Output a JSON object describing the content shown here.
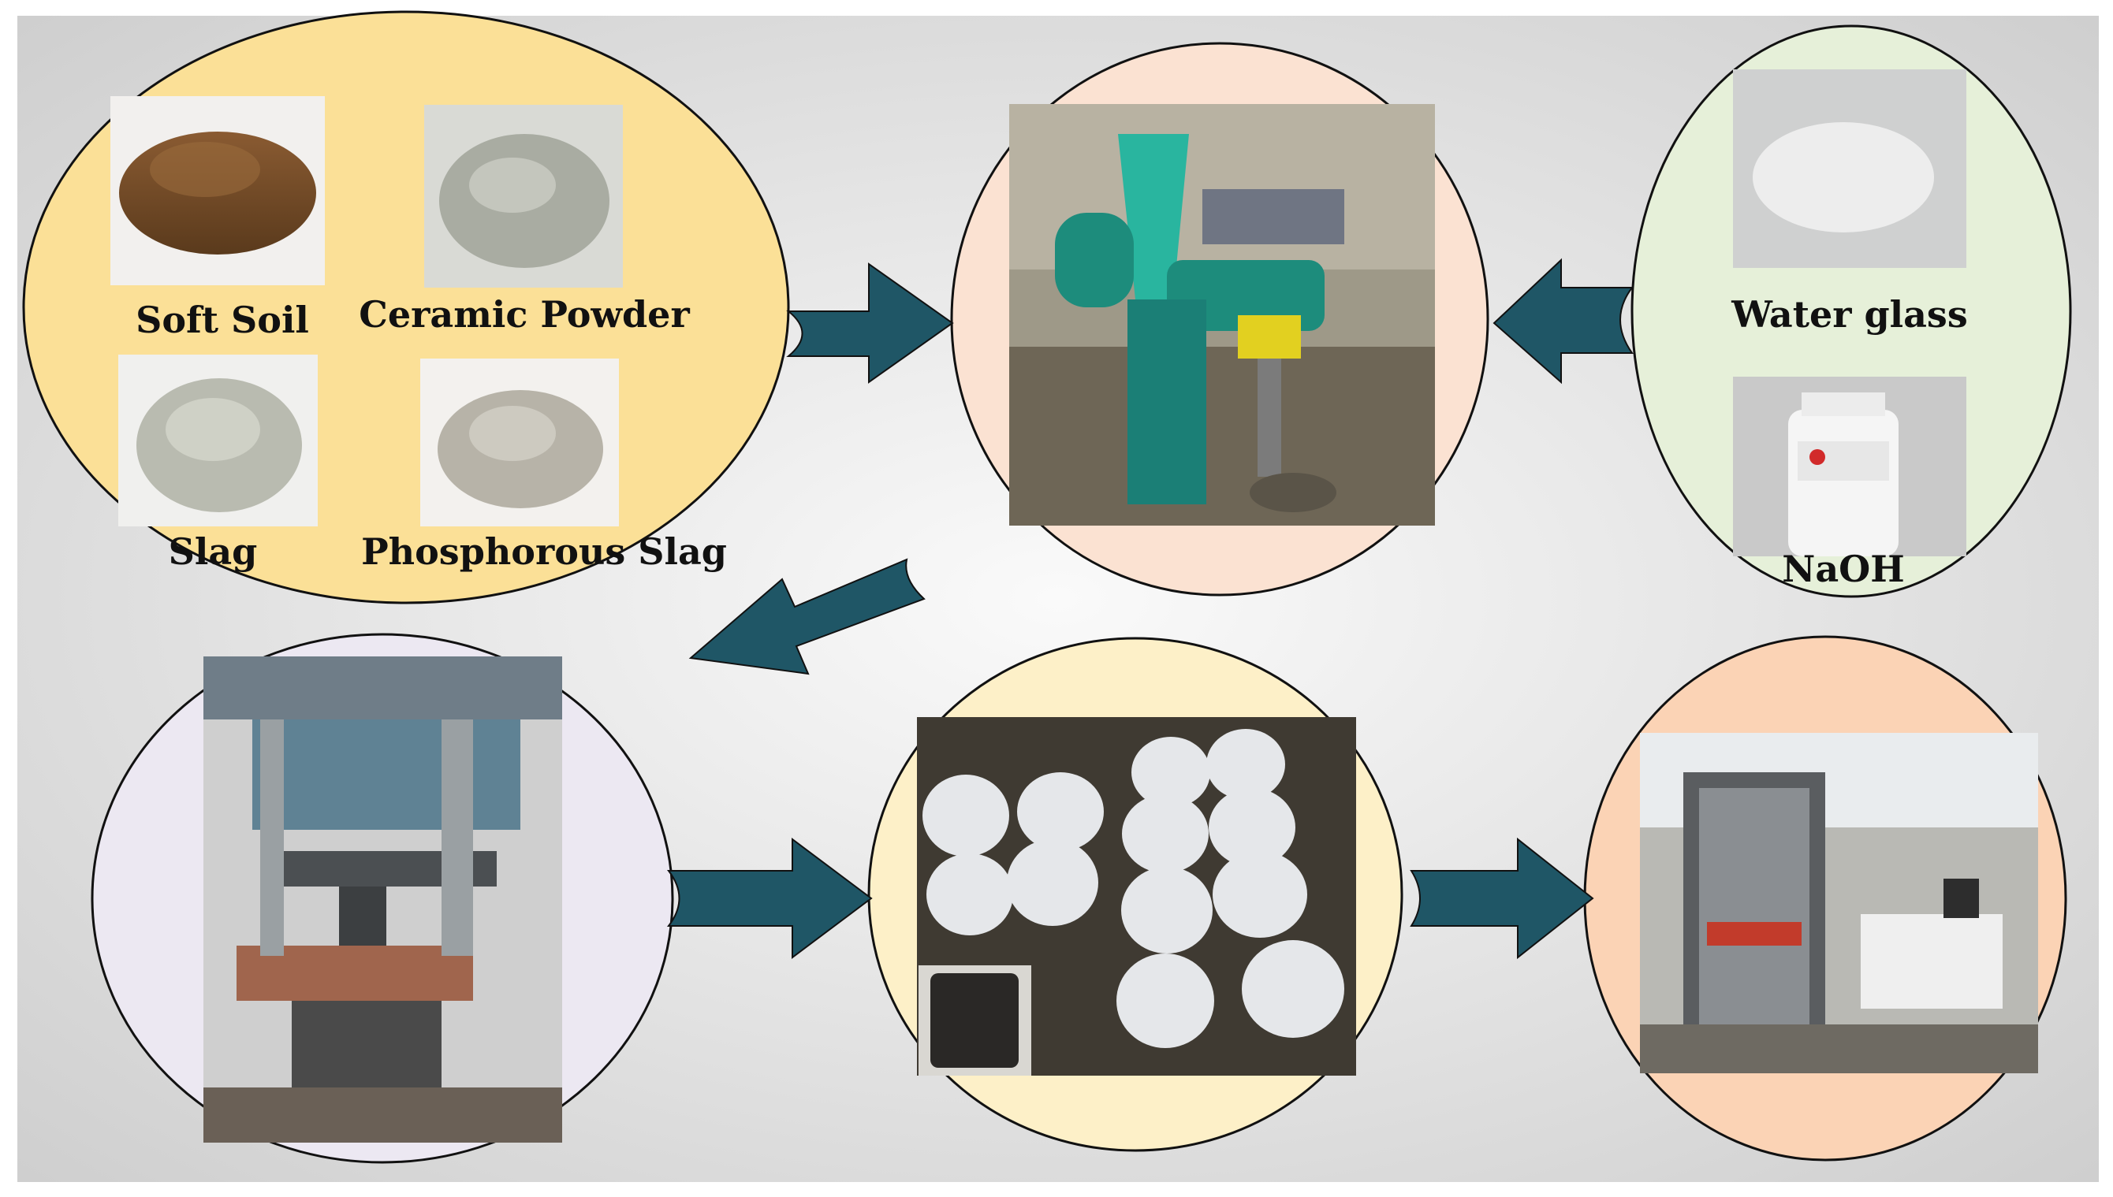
{
  "raw_materials": {
    "soft_soil": "Soft Soil",
    "ceramic_powder": "Ceramic Powder",
    "slag": "Slag",
    "phosphorous_slag": "Phosphorous Slag"
  },
  "activators": {
    "water_glass": "Water glass",
    "naoh": "NaOH"
  },
  "colors": {
    "background": "#ececec",
    "arrow": "#1f5666",
    "raw_materials_node": "#fbe097",
    "mixer_node": "#fbe2d2",
    "activator_node": "#e6f0d9",
    "press_node": "#ece8f2",
    "specimen_node": "#fdf0c8",
    "testing_node": "#fbd3b5"
  }
}
